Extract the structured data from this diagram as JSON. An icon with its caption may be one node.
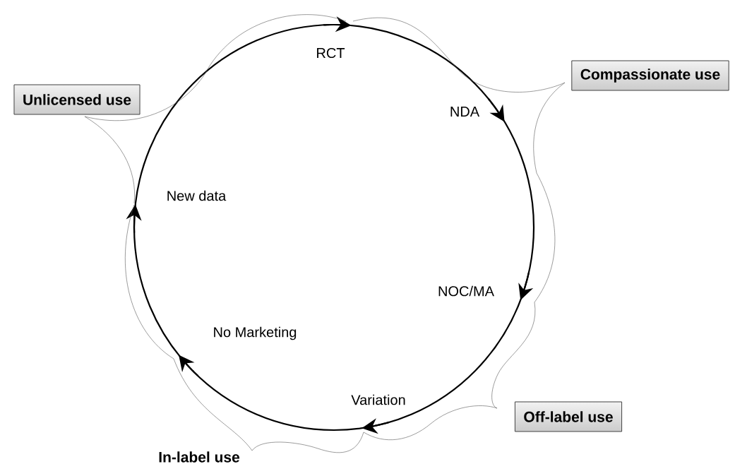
{
  "diagram": {
    "nodes": [
      {
        "text": [
          "Unlicensed use"
        ]
      },
      {
        "text": [
          "Compassionate use"
        ]
      },
      {
        "text": [
          "Off-label use"
        ]
      },
      {
        "text": [
          "In-label use"
        ]
      }
    ],
    "labels": [
      "RCT",
      "NDA",
      "New data",
      "NOC/MA",
      "No Marketing",
      "Variation"
    ]
  }
}
